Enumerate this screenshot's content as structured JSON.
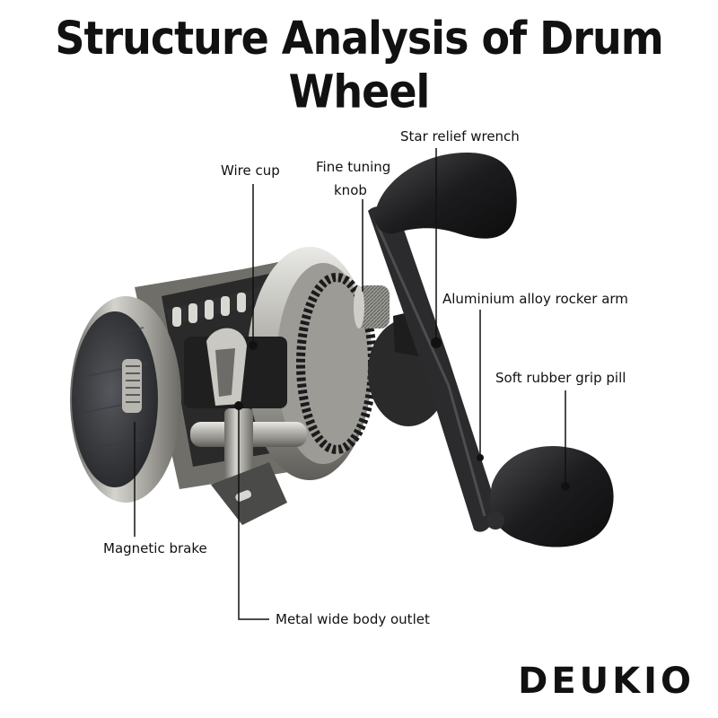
{
  "title": "Structure Analysis of Drum Wheel",
  "brand": "DEUKIO",
  "labels": {
    "star_relief_wrench": "Star relief wrench",
    "wire_cup": "Wire cup",
    "fine_tuning_line1": "Fine tuning",
    "fine_tuning_line2": "knob",
    "rocker_arm": "Aluminium alloy rocker arm",
    "grip": "Soft rubber grip pill",
    "magnetic_brake": "Magnetic brake",
    "metal_outlet": "Metal wide body outlet"
  }
}
